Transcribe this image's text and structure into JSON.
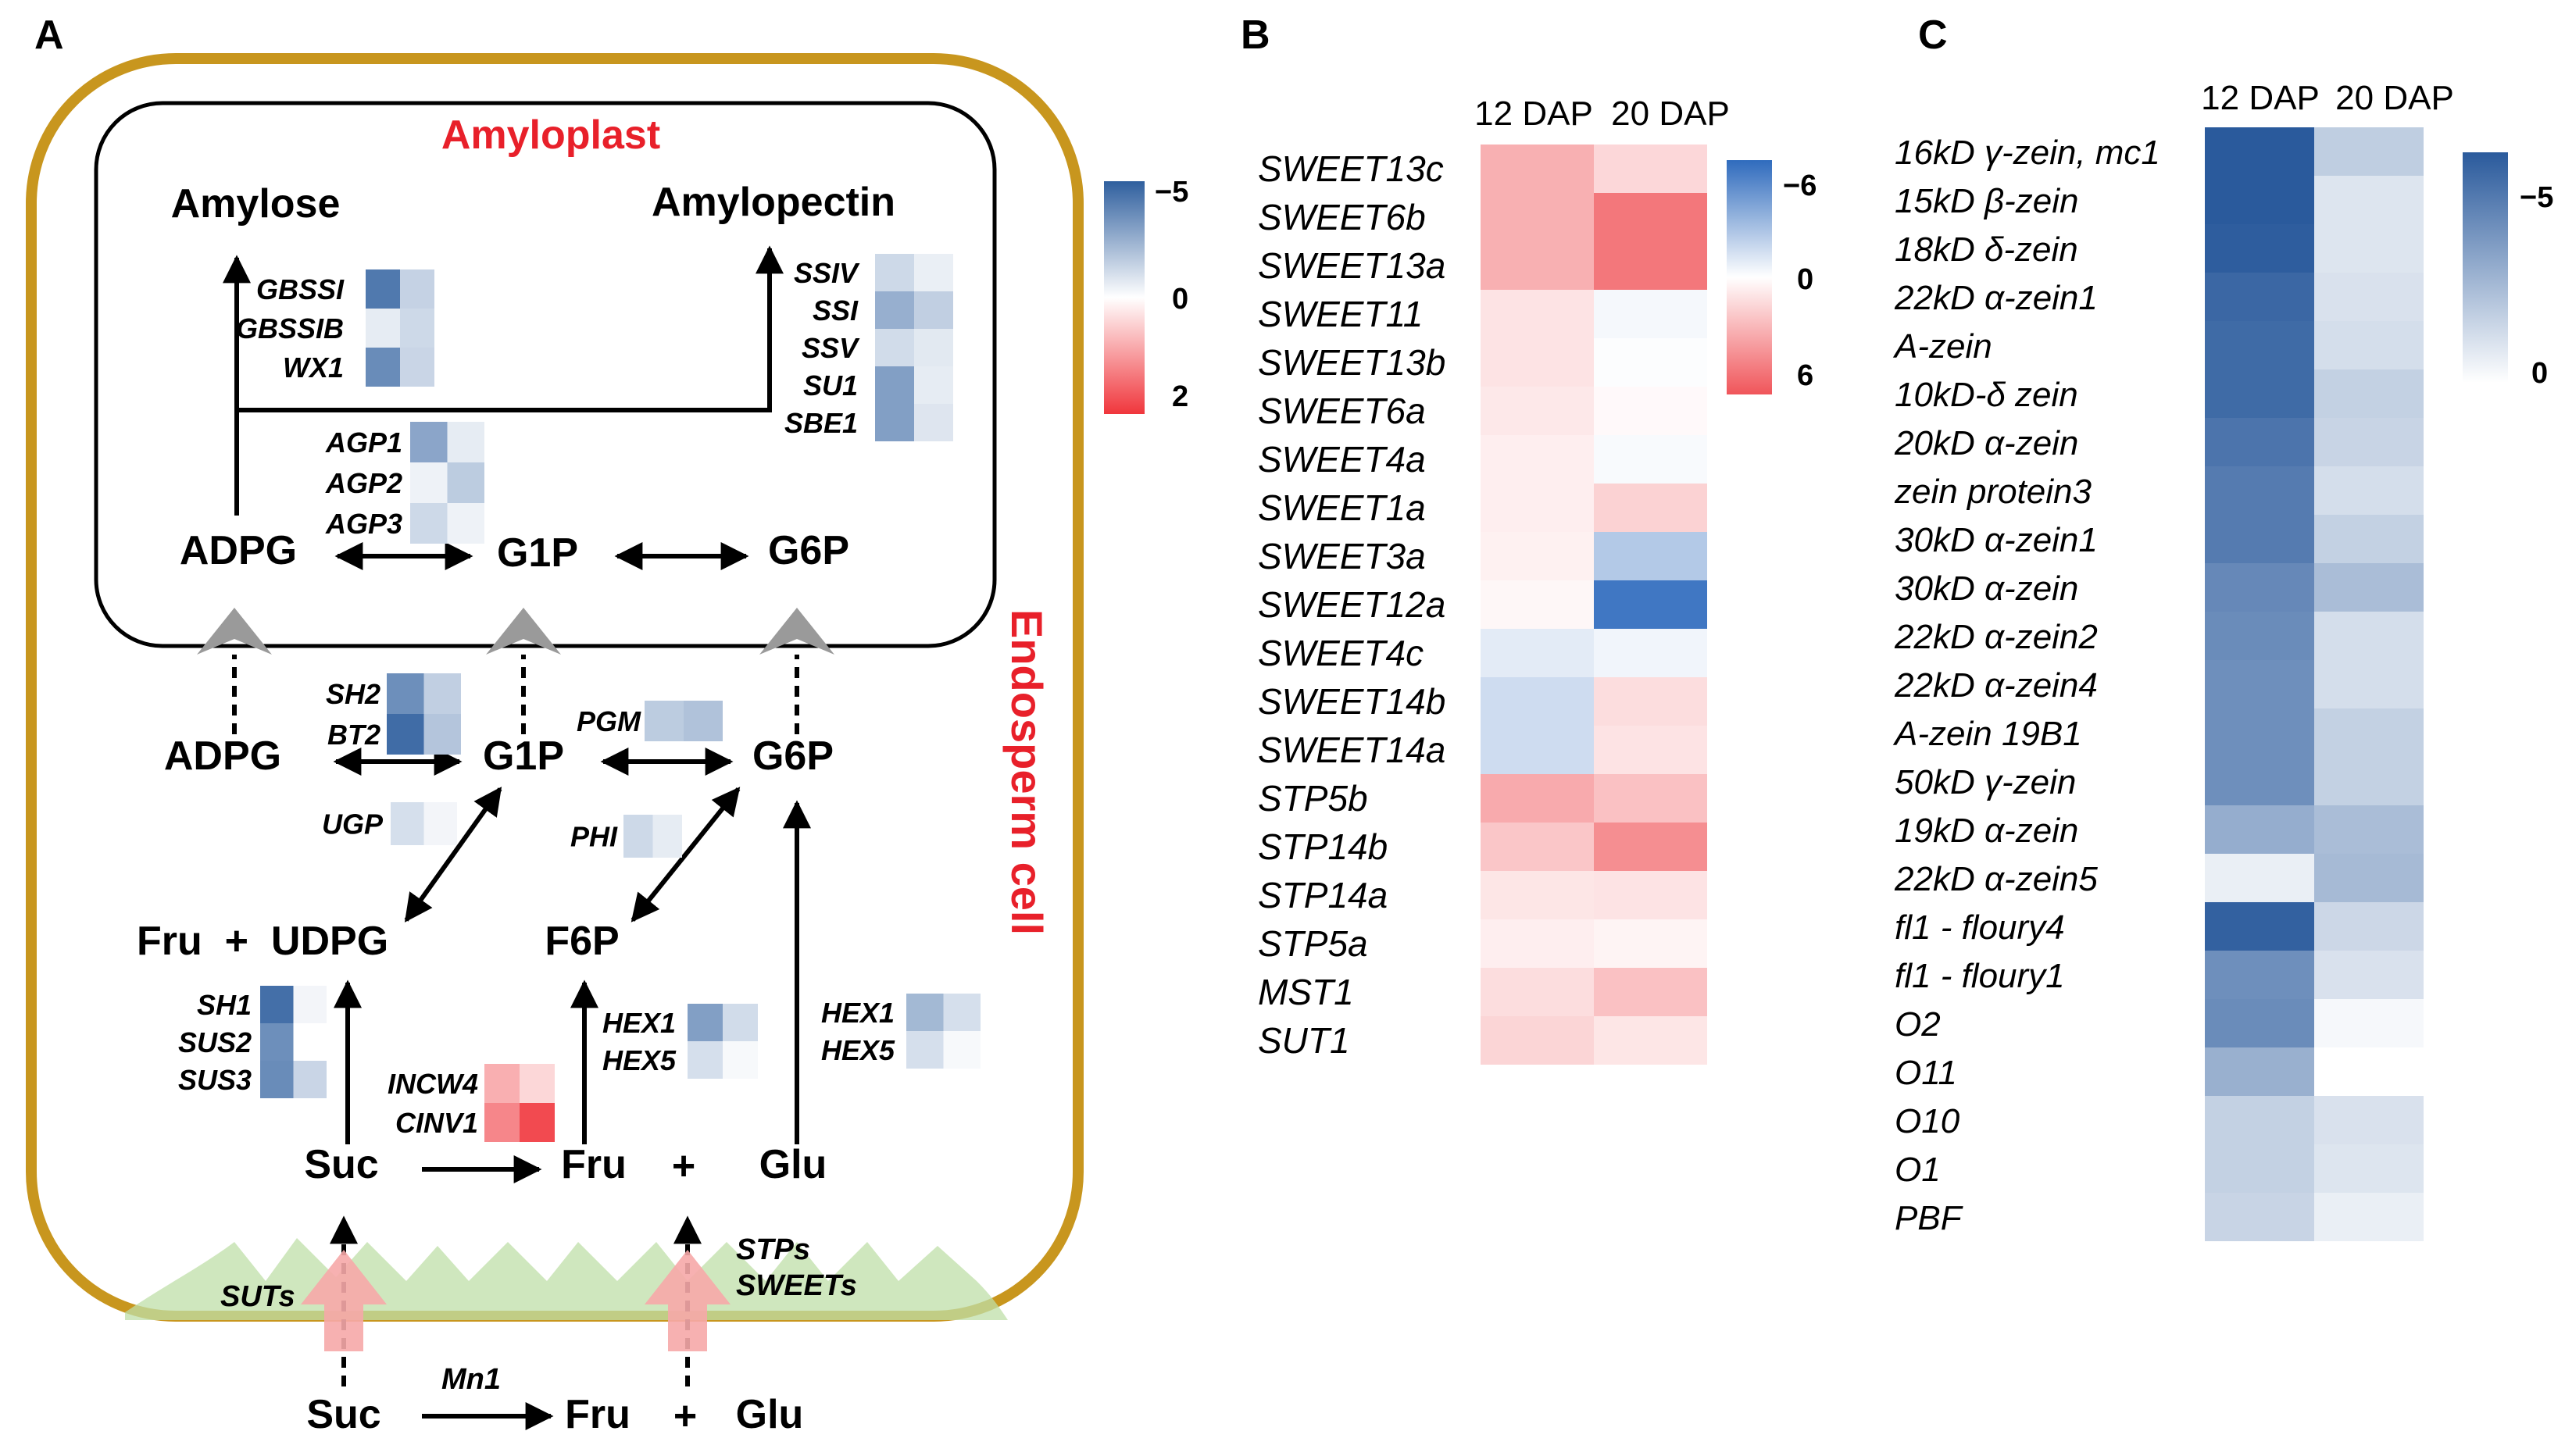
{
  "panels": {
    "a": "A",
    "b": "B",
    "c": "C"
  },
  "panel_a": {
    "amyloplast": "Amyloplast",
    "endosperm_cell": "Endosperm cell",
    "metabolites": {
      "amylose": "Amylose",
      "amylopectin": "Amylopectin",
      "adpg_in": "ADPG",
      "g1p_in": "G1P",
      "g6p_in": "G6P",
      "adpg": "ADPG",
      "g1p": "G1P",
      "g6p": "G6P",
      "fru_udpg": "Fru  +  UDPG",
      "f6p": "F6P",
      "suc": "Suc",
      "fru": "Fru",
      "plus": "+",
      "glu": "Glu",
      "suc_out": "Suc",
      "fru_out": "Fru",
      "plus_out": "+",
      "glu_out": "Glu"
    },
    "transporters": {
      "suts": "SUTs",
      "stps": "STPs",
      "sweets": "SWEETs",
      "mn1": "Mn1"
    },
    "scale": {
      "top": "−5",
      "mid": "0",
      "bottom": "2",
      "colors": [
        "#2f5f9e",
        "#ffffff",
        "#f0363c"
      ]
    },
    "gene_groups": [
      {
        "id": "gbssi",
        "genes": [
          {
            "name": "GBSSI",
            "values": [
              -4.2,
              -1.4
            ]
          },
          {
            "name": "GBSSIB",
            "values": [
              -0.6,
              -1.2
            ]
          },
          {
            "name": "WX1",
            "values": [
              -3.6,
              -1.3
            ]
          }
        ]
      },
      {
        "id": "ssiv",
        "genes": [
          {
            "name": "SSIV",
            "values": [
              -1.2,
              -0.5
            ]
          },
          {
            "name": "SSI",
            "values": [
              -2.5,
              -1.5
            ]
          },
          {
            "name": "SSV",
            "values": [
              -1.1,
              -0.7
            ]
          },
          {
            "name": "SU1",
            "values": [
              -3.0,
              -0.6
            ]
          },
          {
            "name": "SBE1",
            "values": [
              -3.0,
              -0.8
            ]
          }
        ]
      },
      {
        "id": "agp",
        "genes": [
          {
            "name": "AGP1",
            "values": [
              -2.8,
              -0.6
            ]
          },
          {
            "name": "AGP2",
            "values": [
              -0.4,
              -1.6
            ]
          },
          {
            "name": "AGP3",
            "values": [
              -1.2,
              -0.4
            ]
          }
        ]
      },
      {
        "id": "sh2",
        "genes": [
          {
            "name": "SH2",
            "values": [
              -3.5,
              -1.5
            ]
          },
          {
            "name": "BT2",
            "values": [
              -4.6,
              -1.8
            ]
          }
        ]
      },
      {
        "id": "pgm",
        "genes": [
          {
            "name": "PGM",
            "values": [
              -1.6,
              -1.9
            ]
          }
        ]
      },
      {
        "id": "ugp",
        "genes": [
          {
            "name": "UGP",
            "values": [
              -1.0,
              -0.3
            ]
          }
        ]
      },
      {
        "id": "phi",
        "genes": [
          {
            "name": "PHI",
            "values": [
              -1.2,
              -0.6
            ]
          }
        ]
      },
      {
        "id": "sh1",
        "genes": [
          {
            "name": "SH1",
            "values": [
              -4.5,
              -0.3
            ]
          },
          {
            "name": "SUS2",
            "values": [
              -3.5,
              0.0
            ]
          },
          {
            "name": "SUS3",
            "values": [
              -3.6,
              -1.3
            ]
          }
        ]
      },
      {
        "id": "hexa",
        "genes": [
          {
            "name": "HEX1",
            "values": [
              -3.0,
              -1.1
            ]
          },
          {
            "name": "HEX5",
            "values": [
              -1.0,
              -0.2
            ]
          }
        ]
      },
      {
        "id": "hexb",
        "genes": [
          {
            "name": "HEX1",
            "values": [
              -2.2,
              -1.0
            ]
          },
          {
            "name": "HEX5",
            "values": [
              -1.0,
              -0.2
            ]
          }
        ]
      },
      {
        "id": "incw",
        "genes": [
          {
            "name": "INCW4",
            "values": [
              0.8,
              0.4
            ]
          },
          {
            "name": "CINV1",
            "values": [
              1.2,
              1.8
            ]
          }
        ]
      }
    ]
  },
  "panel_b": {
    "columns": [
      "12 DAP",
      "20 DAP"
    ],
    "scale": {
      "top": "−6",
      "mid": "0",
      "bottom": "6",
      "colors": [
        "#2f6bbd",
        "#ffffff",
        "#f0555a"
      ]
    },
    "rows": [
      {
        "gene": "SWEET13c",
        "values": [
          2.8,
          1.4
        ]
      },
      {
        "gene": "SWEET6b",
        "values": [
          2.8,
          4.8
        ]
      },
      {
        "gene": "SWEET13a",
        "values": [
          2.8,
          4.8
        ]
      },
      {
        "gene": "SWEET11",
        "values": [
          1.0,
          -0.3
        ]
      },
      {
        "gene": "SWEET13b",
        "values": [
          1.0,
          -0.1
        ]
      },
      {
        "gene": "SWEET6a",
        "values": [
          0.8,
          0.2
        ]
      },
      {
        "gene": "SWEET4a",
        "values": [
          0.6,
          -0.2
        ]
      },
      {
        "gene": "SWEET1a",
        "values": [
          0.6,
          1.6
        ]
      },
      {
        "gene": "SWEET3a",
        "values": [
          0.5,
          -2.2
        ]
      },
      {
        "gene": "SWEET12a",
        "values": [
          0.3,
          -5.5
        ]
      },
      {
        "gene": "SWEET4c",
        "values": [
          -0.8,
          -0.4
        ]
      },
      {
        "gene": "SWEET14b",
        "values": [
          -1.4,
          1.2
        ]
      },
      {
        "gene": "SWEET14a",
        "values": [
          -1.4,
          1.0
        ]
      },
      {
        "gene": "STP5b",
        "values": [
          3.0,
          2.2
        ]
      },
      {
        "gene": "STP14b",
        "values": [
          2.0,
          4.0
        ]
      },
      {
        "gene": "STP14a",
        "values": [
          0.9,
          1.0
        ]
      },
      {
        "gene": "STP5a",
        "values": [
          0.6,
          0.4
        ]
      },
      {
        "gene": "MST1",
        "values": [
          1.2,
          2.2
        ]
      },
      {
        "gene": "SUT1",
        "values": [
          1.5,
          0.9
        ]
      }
    ]
  },
  "panel_c": {
    "columns": [
      "12 DAP",
      "20 DAP"
    ],
    "scale": {
      "top": "−5",
      "bottom": "0",
      "colors": [
        "#2a5a9c",
        "#ffffff"
      ]
    },
    "rows": [
      {
        "gene": "16kD γ-zein, mc1",
        "values": [
          -5.0,
          -1.5
        ]
      },
      {
        "gene": "15kD β-zein",
        "values": [
          -5.0,
          -0.8
        ]
      },
      {
        "gene": "18kD δ-zein",
        "values": [
          -4.9,
          -0.8
        ]
      },
      {
        "gene": "22kD α-zein1",
        "values": [
          -4.6,
          -0.9
        ]
      },
      {
        "gene": "A-zein",
        "values": [
          -4.5,
          -1.0
        ]
      },
      {
        "gene": "10kD-δ zein",
        "values": [
          -4.5,
          -1.4
        ]
      },
      {
        "gene": "20kD α-zein",
        "values": [
          -4.2,
          -1.3
        ]
      },
      {
        "gene": "zein protein3",
        "values": [
          -4.0,
          -1.0
        ]
      },
      {
        "gene": "30kD α-zein1",
        "values": [
          -4.0,
          -1.4
        ]
      },
      {
        "gene": "30kD α-zein",
        "values": [
          -3.6,
          -2.0
        ]
      },
      {
        "gene": "22kD α-zein2",
        "values": [
          -3.5,
          -1.0
        ]
      },
      {
        "gene": "22kD α-zein4",
        "values": [
          -3.4,
          -1.0
        ]
      },
      {
        "gene": "A-zein 19B1",
        "values": [
          -3.4,
          -1.4
        ]
      },
      {
        "gene": "50kD γ-zein",
        "values": [
          -3.4,
          -1.4
        ]
      },
      {
        "gene": "19kD α-zein",
        "values": [
          -2.5,
          -2.0
        ]
      },
      {
        "gene": "22kD α-zein5",
        "values": [
          -0.5,
          -2.1
        ]
      },
      {
        "gene": "fl1 - floury4",
        "values": [
          -4.8,
          -1.2
        ]
      },
      {
        "gene": "fl1 - floury1",
        "values": [
          -3.4,
          -0.9
        ]
      },
      {
        "gene": "O2",
        "values": [
          -3.5,
          -0.2
        ]
      },
      {
        "gene": "O11",
        "values": [
          -2.4,
          0.0
        ]
      },
      {
        "gene": "O10",
        "values": [
          -1.4,
          -0.9
        ]
      },
      {
        "gene": "O1",
        "values": [
          -1.4,
          -0.8
        ]
      },
      {
        "gene": "PBF",
        "values": [
          -1.3,
          -0.5
        ]
      }
    ]
  }
}
